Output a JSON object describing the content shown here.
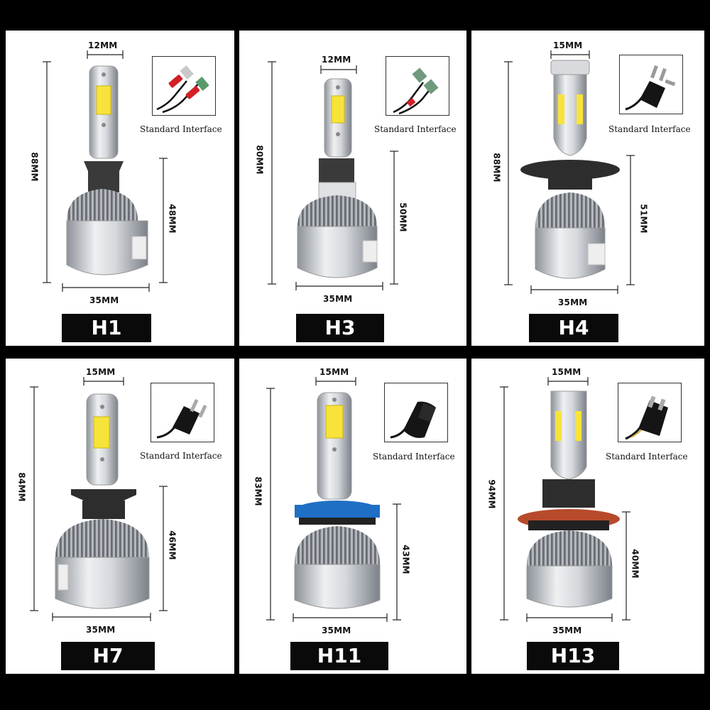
{
  "interface_label": "Standard Interface",
  "panels": [
    {
      "model": "H1",
      "width_top": "12MM",
      "height_total": "88MM",
      "height_base": "48MM",
      "width_base": "35MM"
    },
    {
      "model": "H3",
      "width_top": "12MM",
      "height_total": "80MM",
      "height_base": "50MM",
      "width_base": "35MM"
    },
    {
      "model": "H4",
      "width_top": "15MM",
      "height_total": "88MM",
      "height_base": "51MM",
      "width_base": "35MM"
    },
    {
      "model": "H7",
      "width_top": "15MM",
      "height_total": "84MM",
      "height_base": "46MM",
      "width_base": "35MM"
    },
    {
      "model": "H11",
      "width_top": "15MM",
      "height_total": "83MM",
      "height_base": "43MM",
      "width_base": "35MM"
    },
    {
      "model": "H13",
      "width_top": "15MM",
      "height_total": "94MM",
      "height_base": "40MM",
      "width_base": "35MM"
    }
  ]
}
